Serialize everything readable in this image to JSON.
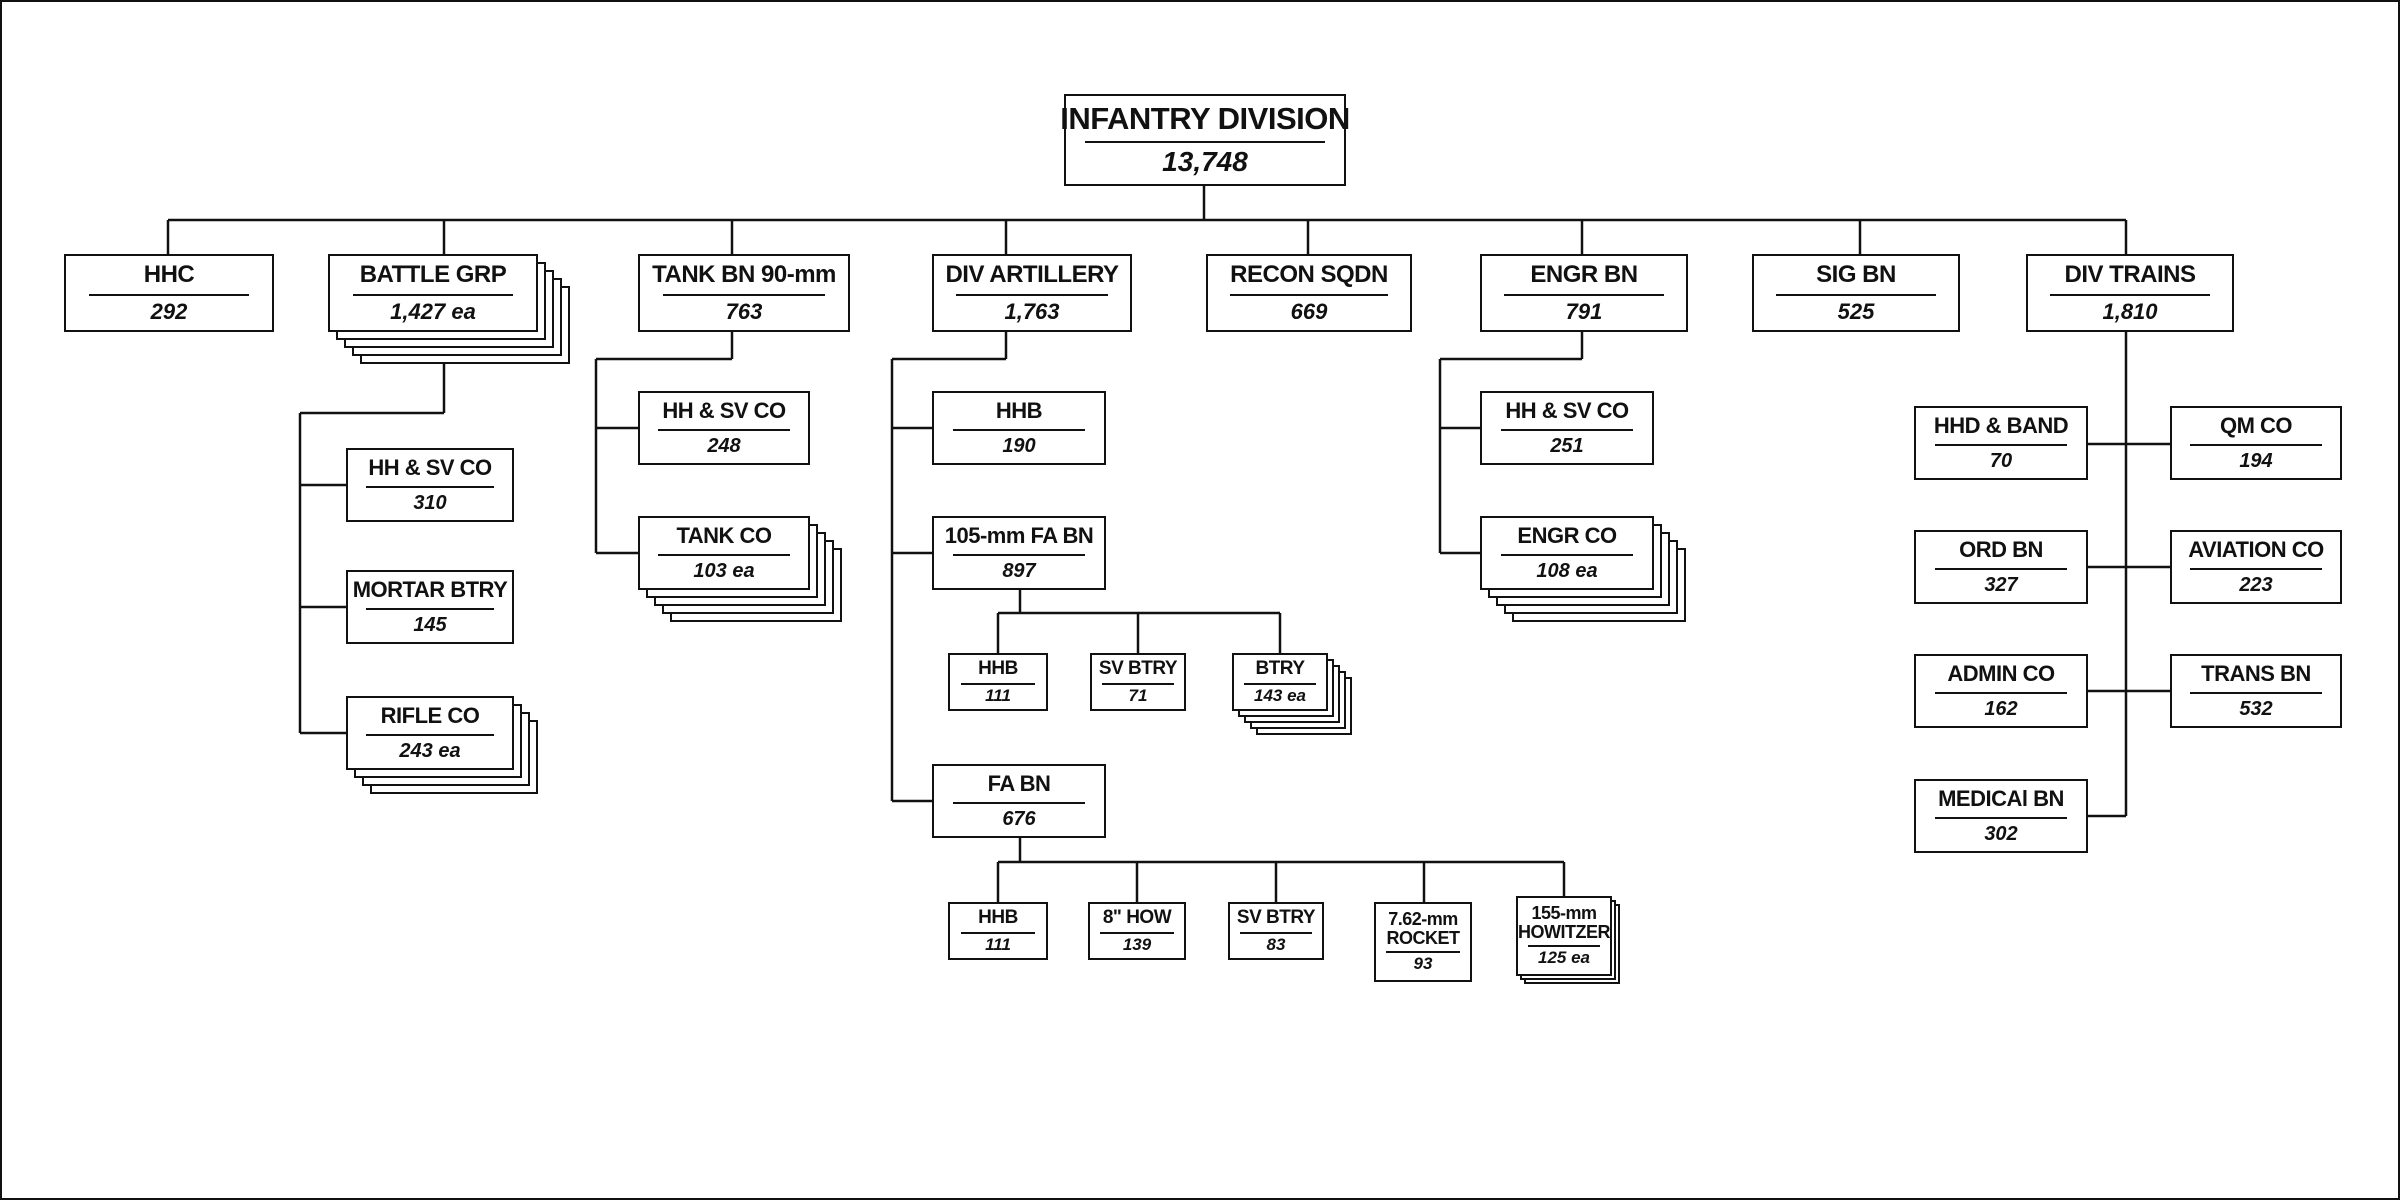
{
  "root": {
    "label": "INFANTRY DIVISION",
    "strength": "13,748"
  },
  "level1": {
    "hhc": {
      "label": "HHC",
      "strength": "292"
    },
    "battle_grp": {
      "label": "BATTLE GRP",
      "strength": "1,427 ea"
    },
    "tank_bn": {
      "label": "TANK BN 90-mm",
      "strength": "763"
    },
    "div_artillery": {
      "label": "DIV ARTILLERY",
      "strength": "1,763"
    },
    "recon_sqdn": {
      "label": "RECON SQDN",
      "strength": "669"
    },
    "engr_bn": {
      "label": "ENGR BN",
      "strength": "791"
    },
    "sig_bn": {
      "label": "SIG BN",
      "strength": "525"
    },
    "div_trains": {
      "label": "DIV TRAINS",
      "strength": "1,810"
    }
  },
  "battle_grp_units": {
    "hh_sv_co": {
      "label": "HH & SV CO",
      "strength": "310"
    },
    "mortar_btry": {
      "label": "MORTAR BTRY",
      "strength": "145"
    },
    "rifle_co": {
      "label": "RIFLE CO",
      "strength": "243 ea"
    }
  },
  "tank_bn_units": {
    "hh_sv_co": {
      "label": "HH & SV CO",
      "strength": "248"
    },
    "tank_co": {
      "label": "TANK CO",
      "strength": "103 ea"
    }
  },
  "artillery_units": {
    "hhb": {
      "label": "HHB",
      "strength": "190"
    },
    "fa_bn_105": {
      "label": "105-mm FA BN",
      "strength": "897"
    },
    "fa_bn": {
      "label": "FA BN",
      "strength": "676"
    }
  },
  "fa_105_units": {
    "hhb": {
      "label": "HHB",
      "strength": "111"
    },
    "sv_btry": {
      "label": "SV BTRY",
      "strength": "71"
    },
    "btry": {
      "label": "BTRY",
      "strength": "143 ea"
    }
  },
  "fa_bn_units": {
    "hhb": {
      "label": "HHB",
      "strength": "111"
    },
    "how_8": {
      "label": "8\" HOW",
      "strength": "139"
    },
    "sv_btry": {
      "label": "SV BTRY",
      "strength": "83"
    },
    "rocket_line1": "7.62-mm",
    "rocket_line2": "ROCKET",
    "rocket_strength": "93",
    "howitzer_line1": "155-mm",
    "howitzer_line2": "HOWITZER",
    "howitzer_strength": "125 ea"
  },
  "engr_units": {
    "hh_sv_co": {
      "label": "HH & SV CO",
      "strength": "251"
    },
    "engr_co": {
      "label": "ENGR CO",
      "strength": "108 ea"
    }
  },
  "trains_units": {
    "hhd_band": {
      "label": "HHD & BAND",
      "strength": "70"
    },
    "qm_co": {
      "label": "QM CO",
      "strength": "194"
    },
    "ord_bn": {
      "label": "ORD BN",
      "strength": "327"
    },
    "aviation_co": {
      "label": "AVIATION CO",
      "strength": "223"
    },
    "admin_co": {
      "label": "ADMIN CO",
      "strength": "162"
    },
    "trans_bn": {
      "label": "TRANS BN",
      "strength": "532"
    },
    "medical_bn": {
      "label": "MEDICAl BN",
      "strength": "302"
    }
  }
}
